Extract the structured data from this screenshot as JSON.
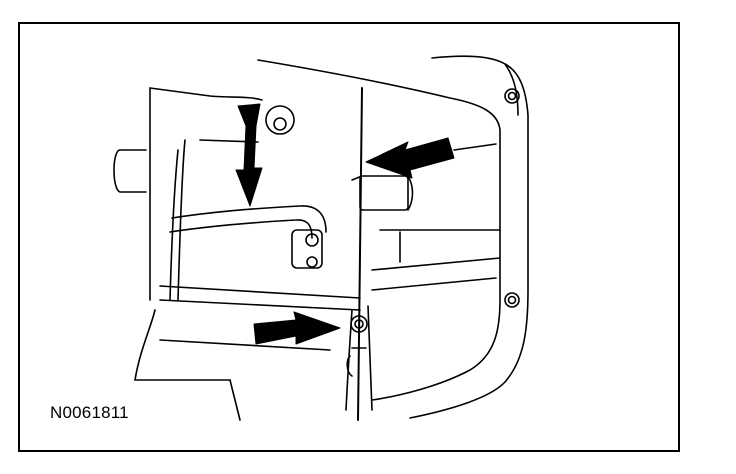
{
  "figure": {
    "id_label": "N0061811",
    "line_color": "#000000",
    "background_color": "#ffffff"
  },
  "callouts": [
    {
      "name": "arrow-down",
      "direction": "down"
    },
    {
      "name": "arrow-upper-left",
      "direction": "left"
    },
    {
      "name": "arrow-lower-right",
      "direction": "right"
    }
  ]
}
